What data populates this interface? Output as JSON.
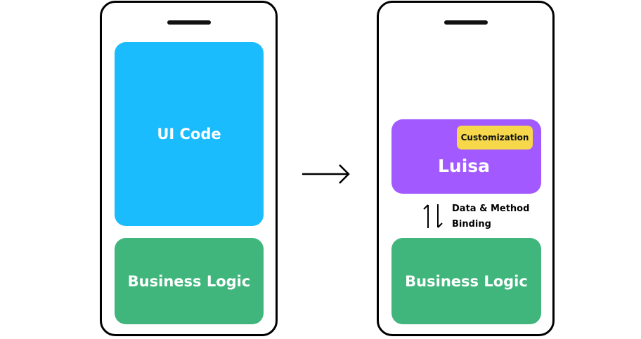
{
  "left_phone": {
    "ui_code_label": "UI Code",
    "business_logic_label": "Business Logic"
  },
  "transition_arrow_icon": "right-arrow-icon",
  "right_phone": {
    "luisa_label": "Luisa",
    "customization_badge": "Customization",
    "binding_line1": "Data & Method",
    "binding_line2": "Binding",
    "binding_icon": "up-down-arrows-icon",
    "business_logic_label": "Business Logic"
  },
  "colors": {
    "ui_code": "#1ABCFE",
    "business_logic": "#40B67D",
    "luisa": "#A259FF",
    "customization": "#F6D84A"
  }
}
